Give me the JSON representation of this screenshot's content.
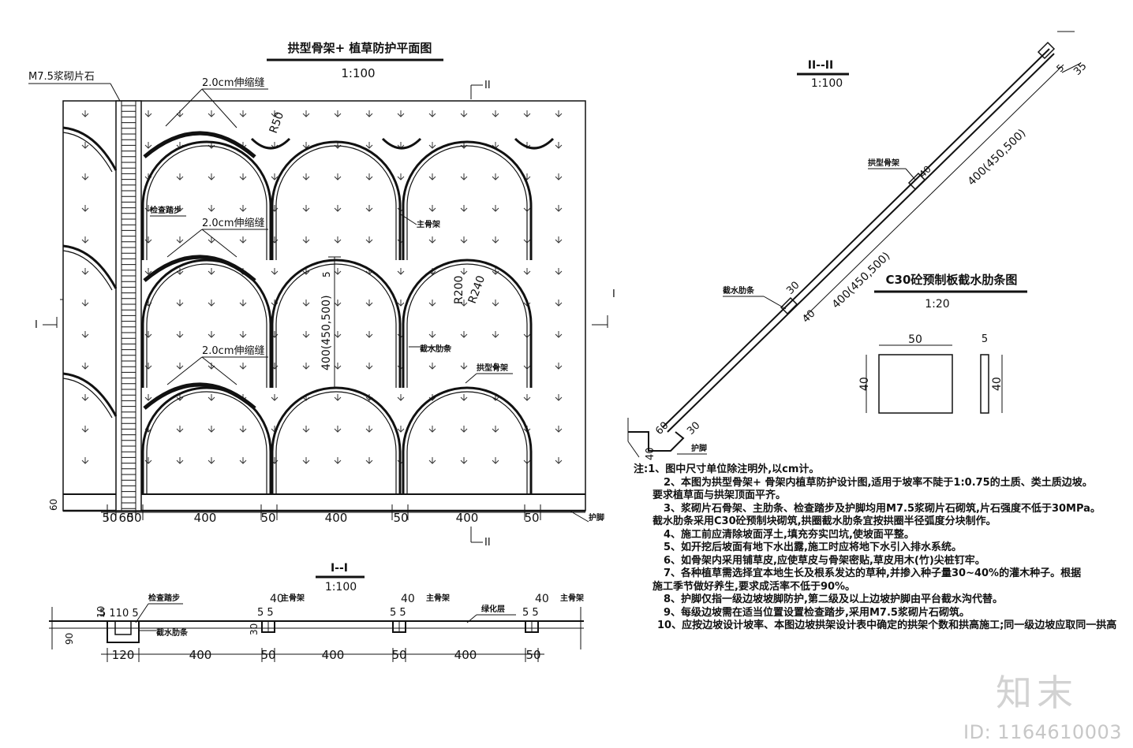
{
  "plan": {
    "title": "拱型骨架+ 植草防护平面图",
    "scale": "1:100",
    "labels": {
      "m75": "M7.5浆砌片石",
      "joint1": "2.0cm伸缩缝",
      "joint2": "2.0cm伸缩缝",
      "joint3": "2.0cm伸缩缝",
      "r50": "R50",
      "inspection_steps": "检查踏步",
      "main_frame": "主骨架",
      "r200": "R200",
      "r240": "R240",
      "height_dim": "400(450,500)",
      "small5": "5",
      "intercept": "截水肋条",
      "arch_frame": "拱型骨架",
      "dim60": "60",
      "toe": "护脚",
      "sec_II_top": "II",
      "sec_II_bottom": "II",
      "sec_I_left": "I",
      "sec_I_right": "I"
    },
    "bottom_dims": [
      "50",
      "60",
      "50",
      "400",
      "50",
      "400",
      "50",
      "400",
      "50"
    ]
  },
  "section1": {
    "title": "I--I",
    "scale": "1:100",
    "labels": {
      "steps": "检查踏步",
      "intercept": "截水肋条",
      "main1": "主骨架",
      "main2": "主骨架",
      "main3": "主骨架",
      "green": "绿化层",
      "d5110": "5 110 5",
      "d10": "10",
      "d90": "90",
      "d30": "30",
      "d40a": "40",
      "d40b": "40",
      "d40c": "40",
      "d55a": "5 5",
      "d55b": "5 5",
      "d55c": "5 5"
    },
    "bottom_dims": [
      "120",
      "400",
      "50",
      "400",
      "50",
      "400",
      "50"
    ]
  },
  "section2": {
    "title": "II--II",
    "scale": "1:100",
    "labels": {
      "arch": "拱型骨架",
      "intercept": "截水肋条",
      "toe": "护脚",
      "len1": "400(450,500)",
      "len2": "400(450,500)",
      "d35": "35",
      "d5": "5",
      "d30": "30",
      "d40": "40",
      "d60": "60",
      "d30b": "30",
      "d40b": "40",
      "d40c": "40"
    }
  },
  "strip": {
    "title": "C30砼预制板截水肋条图",
    "scale": "1:20",
    "dims": {
      "w": "50",
      "h": "40",
      "t": "5",
      "h2": "40"
    }
  },
  "notes": [
    "注:1、图中尺寸单位除注明外,以cm计。",
    "2、本图为拱型骨架+ 骨架内植草防护设计图,适用于坡率不陡于1:0.75的土质、类土质边坡。",
    "要求植草面与拱架顶面平齐。",
    "3、浆砌片石骨架、主肋条、检查踏步及护脚均用M7.5浆砌片石砌筑,片石强度不低于30MPa。",
    "截水肋条采用C30砼预制块砌筑,拱圈截水肋条宜按拱圈半径弧度分块制作。",
    "4、施工前应清除坡面浮土,填充夯实凹坑,使坡面平整。",
    "5、如开挖后坡面有地下水出露,施工时应将地下水引入排水系统。",
    "6、如骨架内采用铺草皮,应使草皮与骨架密贴,草皮用木(竹)尖桩钉牢。",
    "7、各种植草需选择宜本地生长及根系发达的草种,并掺入种子量30~40%的灌木种子。根据",
    "施工季节做好养生,要求成活率不低于90%。",
    "8、护脚仅指一级边坡坡脚防护,第二级及以上边坡护脚由平台截水沟代替。",
    "9、每级边坡需在适当位置设置检查踏步,采用M7.5浆砌片石砌筑。",
    "10、应按边坡设计坡率、本图边坡拱架设计表中确定的拱架个数和拱高施工;同一级边坡应取同一拱高"
  ],
  "watermark": {
    "logo": "知末",
    "id": "ID: 1164610003"
  }
}
